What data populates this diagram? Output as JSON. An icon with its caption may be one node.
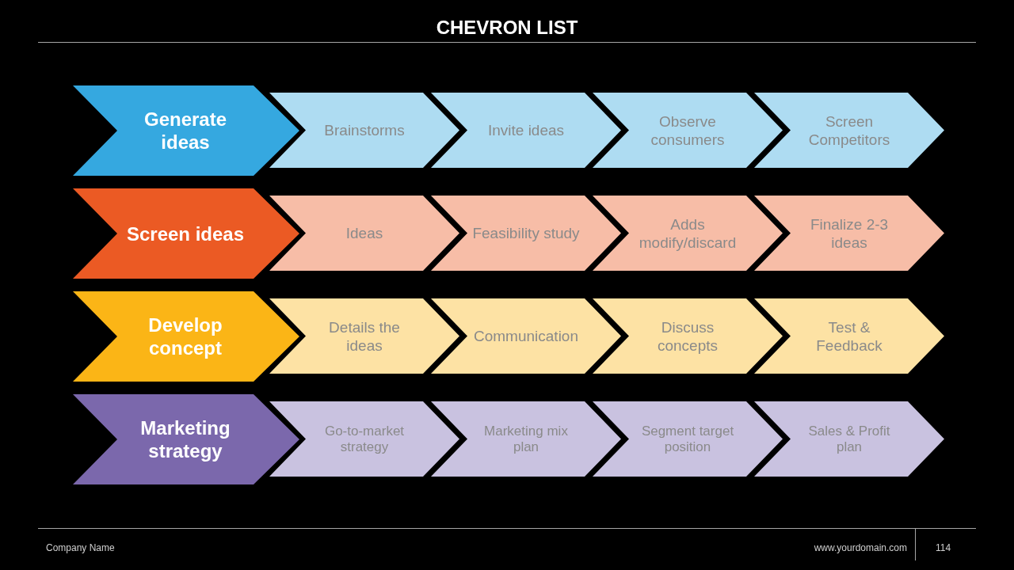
{
  "diagram": {
    "title": "CHEVRON LIST",
    "nodes": [
      {
        "text": [
          "Generate ideas"
        ]
      },
      {
        "text": [
          "Brainstorms"
        ]
      },
      {
        "text": [
          "Invite ideas"
        ]
      },
      {
        "text": [
          "Observe consumers"
        ]
      },
      {
        "text": [
          "Screen Competitors"
        ]
      },
      {
        "text": [
          "Screen ideas"
        ]
      },
      {
        "text": [
          "Ideas"
        ]
      },
      {
        "text": [
          "Feasibility study"
        ]
      },
      {
        "text": [
          "Adds modify/discard"
        ]
      },
      {
        "text": [
          "Finalize 2-3 ideas"
        ]
      },
      {
        "text": [
          "Develop concept"
        ]
      },
      {
        "text": [
          "Details the ideas"
        ]
      },
      {
        "text": [
          "Communication"
        ]
      },
      {
        "text": [
          "Discuss concepts"
        ]
      },
      {
        "text": [
          "Test & Feedback"
        ]
      },
      {
        "text": [
          "Marketing strategy"
        ]
      },
      {
        "text": [
          "Go-to-market strategy"
        ]
      },
      {
        "text": [
          "Marketing mix plan"
        ]
      },
      {
        "text": [
          "Segment target position"
        ]
      },
      {
        "text": [
          "Sales & Profit plan"
        ]
      }
    ],
    "labels": [
      "Company Name",
      "www.yourdomain.com",
      "114"
    ]
  }
}
